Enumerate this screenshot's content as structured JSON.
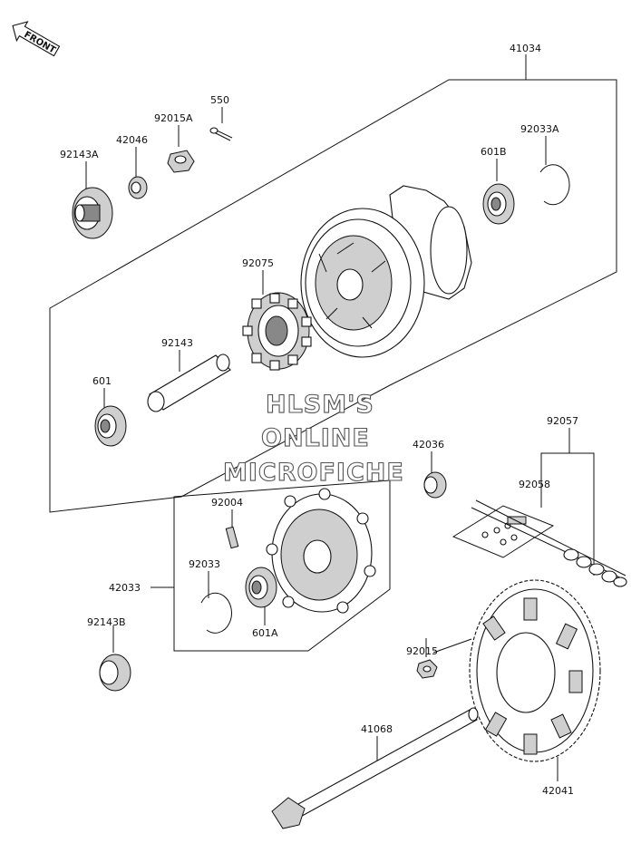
{
  "front_label": "FRONT",
  "watermark": [
    "HLSM'S",
    "ONLINE",
    "MICROFICHE"
  ],
  "parts": {
    "p41034": "41034",
    "p550": "550",
    "p92015A": "92015A",
    "p92033A": "92033A",
    "p42046": "42046",
    "p92143A": "92143A",
    "p601B": "601B",
    "p92075": "92075",
    "p92143": "92143",
    "p601": "601",
    "p92057": "92057",
    "p42036": "42036",
    "p92058": "92058",
    "p92004": "92004",
    "p42033": "42033",
    "p92033": "92033",
    "p601A": "601A",
    "p92143B": "92143B",
    "p92015": "92015",
    "p41068": "41068",
    "p42041": "42041"
  }
}
